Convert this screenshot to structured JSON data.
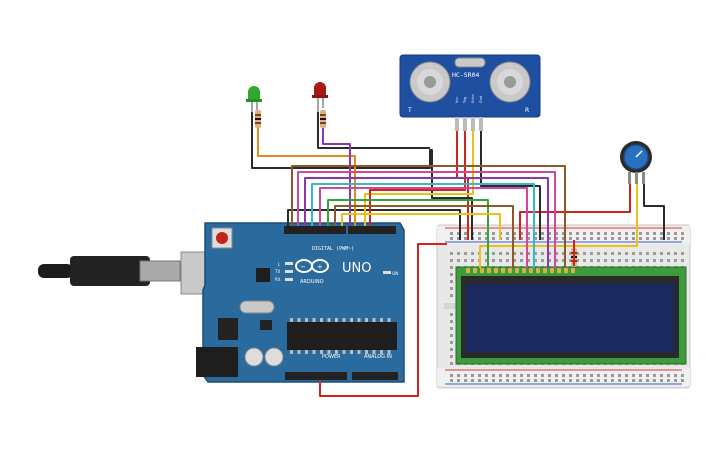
{
  "arduino": {
    "uno_label": "UNO",
    "brand_label": "ARDUINO",
    "digital_label": "DIGITAL (PWM~)",
    "power_label": "POWER",
    "analog_label": "ANALOG IN",
    "on_label": "ON",
    "tx_label": "TX",
    "rx_label": "RX",
    "l_label": "L",
    "color_board": "#2a6a9c",
    "color_header": "#222222"
  },
  "sensor": {
    "model_label": "HC-SR04",
    "pin_labels": [
      "Vcc",
      "Trig",
      "Echo",
      "Gnd"
    ],
    "left_mark": "T",
    "right_mark": "R",
    "color_board": "#1f4fa0"
  },
  "leds": [
    {
      "color": "#2fa82f"
    },
    {
      "color": "#a81a1a"
    }
  ],
  "lcd": {
    "color_board": "#3c9c3c",
    "color_screen": "#1a2a5e"
  },
  "wire_colors": {
    "red": "#d0241c",
    "black": "#2b2b2b",
    "orange": "#e38a1d",
    "purple": "#8a3aa8",
    "brown": "#8a5a2b",
    "pink": "#d0489a",
    "blue": "#3a8ad0",
    "green": "#39a139",
    "yellow": "#e8c21a",
    "cyan": "#35b8c9"
  }
}
